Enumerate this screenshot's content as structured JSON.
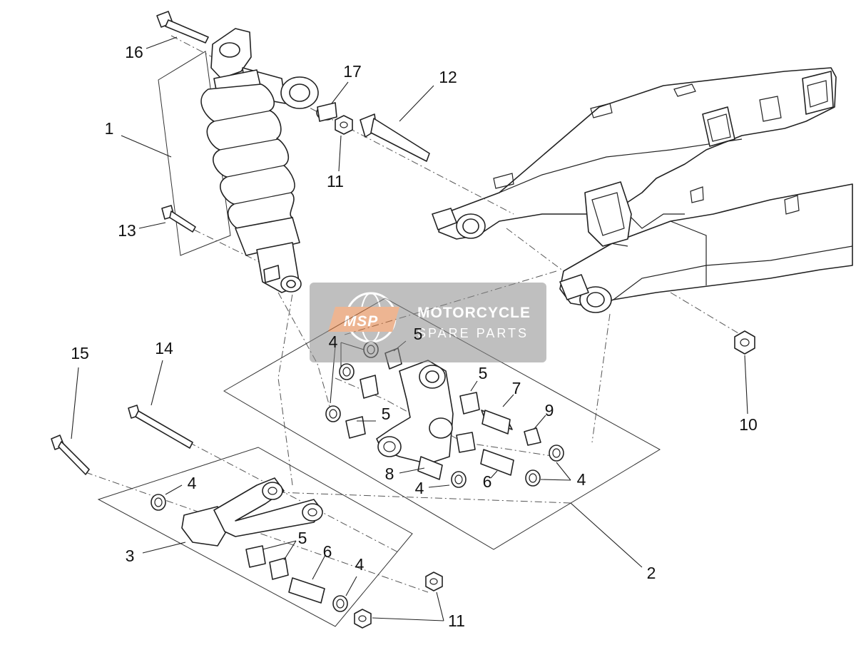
{
  "diagram": {
    "callouts": [
      {
        "id": "c16",
        "label": "16"
      },
      {
        "id": "c17",
        "label": "17"
      },
      {
        "id": "c12",
        "label": "12"
      },
      {
        "id": "c1",
        "label": "1"
      },
      {
        "id": "c11a",
        "label": "11"
      },
      {
        "id": "c13",
        "label": "13"
      },
      {
        "id": "c4a",
        "label": "4"
      },
      {
        "id": "c5a",
        "label": "5"
      },
      {
        "id": "c5b",
        "label": "5"
      },
      {
        "id": "c5c",
        "label": "5"
      },
      {
        "id": "c7",
        "label": "7"
      },
      {
        "id": "c9",
        "label": "9"
      },
      {
        "id": "c8",
        "label": "8"
      },
      {
        "id": "c4b",
        "label": "4"
      },
      {
        "id": "c6a",
        "label": "6"
      },
      {
        "id": "c4c",
        "label": "4"
      },
      {
        "id": "c10",
        "label": "10"
      },
      {
        "id": "c15",
        "label": "15"
      },
      {
        "id": "c14",
        "label": "14"
      },
      {
        "id": "c4d",
        "label": "4"
      },
      {
        "id": "c3",
        "label": "3"
      },
      {
        "id": "c5d",
        "label": "5"
      },
      {
        "id": "c6b",
        "label": "6"
      },
      {
        "id": "c4e",
        "label": "4"
      },
      {
        "id": "c2",
        "label": "2"
      },
      {
        "id": "c11b",
        "label": "11"
      }
    ]
  },
  "watermark": {
    "logo": "MSP",
    "line1": "MOTORCYCLE",
    "line2": "SPARE PARTS"
  }
}
